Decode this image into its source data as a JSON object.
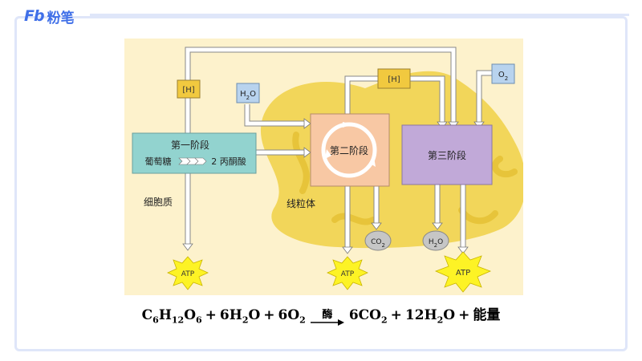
{
  "header": {
    "logo_mark": "Fb",
    "logo_text": "粉笔"
  },
  "diagram": {
    "stage1": "第一阶段",
    "glucose": "葡萄糖",
    "pyruvate": "2 丙酮酸",
    "stage2": "第二阶段",
    "stage3": "第三阶段",
    "cytoplasm": "细胞质",
    "mitochondria": "线粒体",
    "h_label": "[H]",
    "h2o_in": "H2O",
    "o2": "O2",
    "co2": "CO2",
    "h2o_out": "H2O",
    "atp": "ATP",
    "colors": {
      "background": "#fdf2cc",
      "mitochondria": "#f2d65a",
      "stage1_box": "#92d3cf",
      "stage2_box": "#f8c8a4",
      "stage3_box": "#c1a9d8",
      "h_box": "#f1c93f",
      "h2o_box": "#b8d3ee",
      "atp_burst": "#fdf325",
      "arrow": "#ffffff"
    }
  },
  "equation": {
    "lhs": [
      "C6H12O6",
      "+",
      "6H2O",
      "+",
      "6O2"
    ],
    "condition": "酶",
    "rhs": [
      "6CO2",
      "+",
      "12H2O",
      "+",
      "能量"
    ]
  }
}
